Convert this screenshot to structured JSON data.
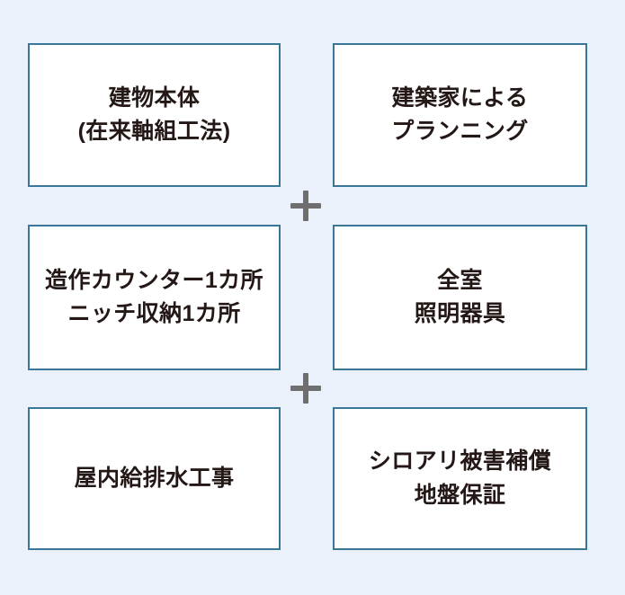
{
  "page": {
    "background_color": "#eaf1fa",
    "box_background_color": "#ffffff",
    "box_border_color": "#3a7698",
    "text_color": "#231815",
    "plus_color": "#6e6e6e"
  },
  "grid": {
    "columns": 2,
    "rows": 3,
    "boxes": [
      {
        "id": "building-body",
        "row": 1,
        "column": "left",
        "lines": [
          "建物本体",
          "(在来軸組工法)"
        ],
        "text": "建物本体\n(在来軸組工法)"
      },
      {
        "id": "architect-planning",
        "row": 1,
        "column": "right",
        "lines": [
          "建築家による",
          "プランニング"
        ],
        "text": "建築家による\nプランニング"
      },
      {
        "id": "counter-niche",
        "row": 2,
        "column": "left",
        "lines": [
          "造作カウンター1カ所",
          "ニッチ収納1カ所"
        ],
        "text": "造作カウンター1カ所\nニッチ収納1カ所"
      },
      {
        "id": "lighting-fixtures",
        "row": 2,
        "column": "right",
        "lines": [
          "全室",
          "照明器具"
        ],
        "text": "全室\n照明器具"
      },
      {
        "id": "indoor-plumbing",
        "row": 3,
        "column": "left",
        "lines": [
          "屋内給排水工事"
        ],
        "text": "屋内給排水工事"
      },
      {
        "id": "termite-ground-warranty",
        "row": 3,
        "column": "right",
        "lines": [
          "シロアリ被害補償",
          "地盤保証"
        ],
        "text": "シロアリ被害補償\n地盤保証"
      }
    ]
  },
  "separators": [
    {
      "id": "plus-between-row-1-and-2",
      "symbol": "+"
    },
    {
      "id": "plus-between-row-2-and-3",
      "symbol": "+"
    }
  ]
}
